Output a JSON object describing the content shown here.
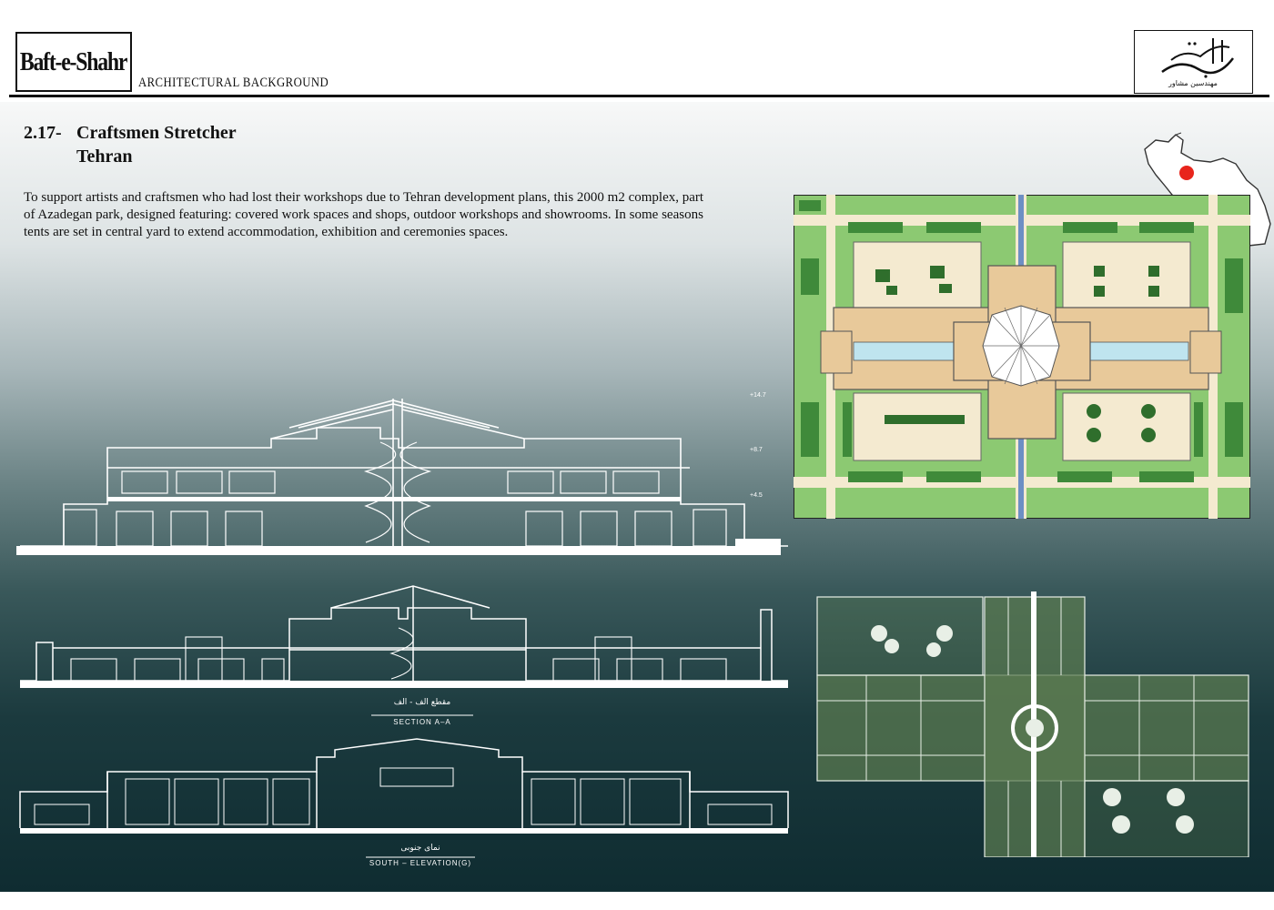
{
  "header": {
    "brand": "Baft-e-Shahr",
    "subtitle": "ARCHITECTURAL  BACKGROUND",
    "logo_text": "بافت شهر",
    "logo_subtext": "مهندسین مشاور"
  },
  "project": {
    "number": "2.17-",
    "title": "Craftsmen Stretcher",
    "city": "Tehran",
    "description": "To support artists and craftsmen who had lost their workshops due to Tehran  development plans, this 2000 m2 complex, part of Azadegan park, designed featuring: covered work spaces and shops, outdoor workshops and showrooms. In some seasons tents are set in central yard to extend accommodation, exhibition and ceremonies spaces."
  },
  "drawings": {
    "section_label": "SECTION   A–A",
    "section_label_fa": "مقطع الف - الف",
    "elevation_label": "SOUTH – ELEVATION(G)",
    "elevation_label_fa": "نمای جنوبی"
  },
  "colors": {
    "green": "#8cc972",
    "dark_green": "#3f8a3a",
    "beige": "#f4ead0",
    "tan": "#e8c99a",
    "water": "#bfe4ef",
    "location_dot": "#e8251c"
  },
  "icons": {
    "map": "iran-map-icon",
    "logo": "baft-e-shahr-logo-icon"
  }
}
